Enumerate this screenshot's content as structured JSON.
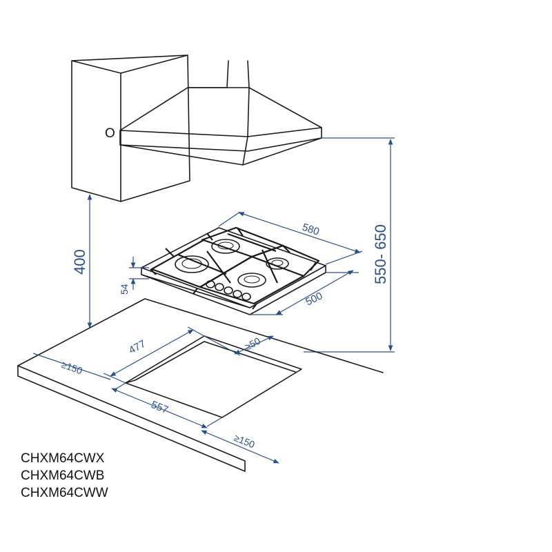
{
  "outlet_label": "O",
  "dimensions": {
    "hood_to_hob": "400",
    "hood_to_worktop": "550- 650",
    "hob_width": "580",
    "hob_depth": "500",
    "hob_height": "54",
    "cutout_depth": "477",
    "cutout_width": "557",
    "back_clearance": "≥50",
    "front_clearance": "≥150",
    "side_clearance": "≥150"
  },
  "models": [
    "CHXM64CWX",
    "CHXM64CWB",
    "CHXM64CWW"
  ],
  "colors": {
    "dimension": "#2a4f86",
    "outline": "#1a1a1a",
    "background": "#ffffff"
  }
}
